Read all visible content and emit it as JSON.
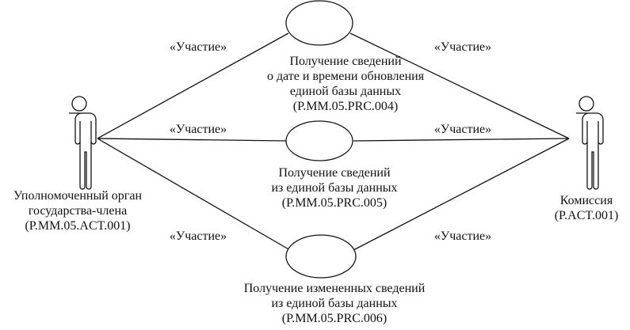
{
  "actors": [
    {
      "name": "Уполномоченный орган",
      "name2": "государства-члена",
      "code": "(P.MM.05.ACT.001)"
    },
    {
      "name": "Комиссия",
      "code": "(P.ACT.001)"
    }
  ],
  "use_cases": [
    {
      "lines": [
        "Получение сведений",
        "о дате и времени обновления",
        "единой базы данных",
        "(P.MM.05.PRC.004)"
      ]
    },
    {
      "lines": [
        "Получение сведений",
        "из единой базы данных",
        "(P.MM.05.PRC.005)"
      ]
    },
    {
      "lines": [
        "Получение измененных сведений",
        "из единой базы данных",
        "(P.MM.05.PRC.006)"
      ]
    }
  ],
  "association_label": "«Участие»"
}
